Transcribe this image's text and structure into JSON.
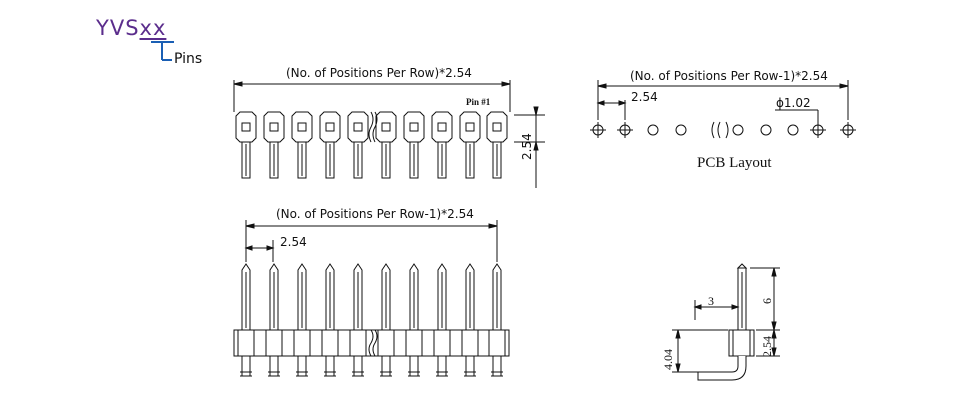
{
  "header": {
    "part_prefix": "YVS",
    "part_suffix": "xx",
    "pins_label": "Pins"
  },
  "top_view": {
    "overall_dim": "(No. of Positions Per Row)*2.54",
    "pin1_label": "Pin #1",
    "height_dim": "2.54"
  },
  "pcb_layout": {
    "overall_dim": "(No. of Positions Per Row-1)*2.54",
    "pitch_dim": "2.54",
    "hole_dim": "ϕ1.02",
    "title": "PCB Layout"
  },
  "front_view": {
    "overall_dim": "(No. of Positions Per Row-1)*2.54",
    "pitch_dim": "2.54"
  },
  "side_view": {
    "offset_dim": "3",
    "pin_height_dim": "6",
    "body_dim": "2.54",
    "total_dim": "4.04"
  },
  "colors": {
    "accent": "#5b2d8c",
    "line": "#111111"
  }
}
